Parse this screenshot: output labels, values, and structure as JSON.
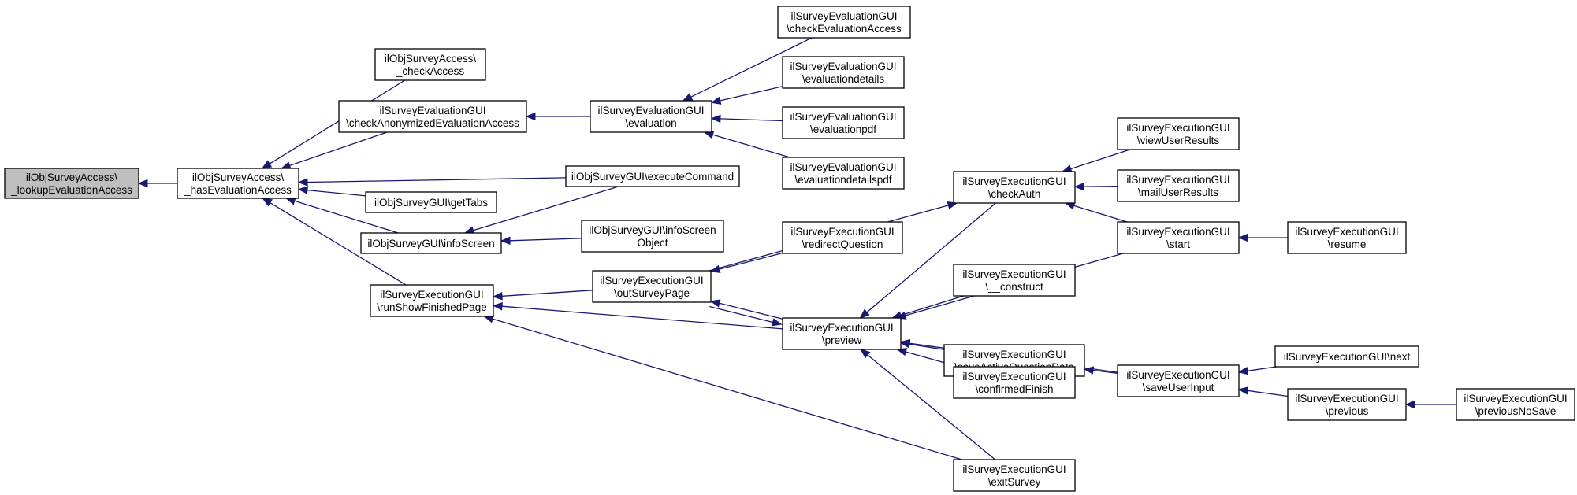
{
  "colors": {
    "edge": "#191970",
    "node_border": "#000000",
    "node_fill": "#ffffff",
    "current_node_fill": "#bfbfbf"
  },
  "nodes": [
    {
      "id": "lookup",
      "lines": [
        "ilObjSurveyAccess\\",
        "_lookupEvaluationAccess"
      ],
      "current": true
    },
    {
      "id": "hasEval",
      "lines": [
        "ilObjSurveyAccess\\",
        "_hasEvaluationAccess"
      ]
    },
    {
      "id": "checkAccess",
      "lines": [
        "ilObjSurveyAccess\\",
        "_checkAccess"
      ]
    },
    {
      "id": "checkAnon",
      "lines": [
        "ilSurveyEvaluationGUI",
        "\\checkAnonymizedEvaluationAccess"
      ]
    },
    {
      "id": "getTabs",
      "lines": [
        "ilObjSurveyGUI\\getTabs"
      ]
    },
    {
      "id": "infoScreen",
      "lines": [
        "ilObjSurveyGUI\\infoScreen"
      ]
    },
    {
      "id": "runShow",
      "lines": [
        "ilSurveyExecutionGUI",
        "\\runShowFinishedPage"
      ]
    },
    {
      "id": "evaluation",
      "lines": [
        "ilSurveyEvaluationGUI",
        "\\evaluation"
      ]
    },
    {
      "id": "execCmd",
      "lines": [
        "ilObjSurveyGUI\\executeCommand"
      ]
    },
    {
      "id": "infoScreenObj",
      "lines": [
        "ilObjSurveyGUI\\infoScreen",
        "Object"
      ]
    },
    {
      "id": "outSurvey",
      "lines": [
        "ilSurveyExecutionGUI",
        "\\outSurveyPage"
      ]
    },
    {
      "id": "checkEvalAccess",
      "lines": [
        "ilSurveyEvaluationGUI",
        "\\checkEvaluationAccess"
      ]
    },
    {
      "id": "evalDetails",
      "lines": [
        "ilSurveyEvaluationGUI",
        "\\evaluationdetails"
      ]
    },
    {
      "id": "evalPdf",
      "lines": [
        "ilSurveyEvaluationGUI",
        "\\evaluationpdf"
      ]
    },
    {
      "id": "evalDetailsPdf",
      "lines": [
        "ilSurveyEvaluationGUI",
        "\\evaluationdetailspdf"
      ]
    },
    {
      "id": "redirect",
      "lines": [
        "ilSurveyExecutionGUI",
        "\\redirectQuestion"
      ]
    },
    {
      "id": "preview",
      "lines": [
        "ilSurveyExecutionGUI",
        "\\preview"
      ]
    },
    {
      "id": "checkAuth",
      "lines": [
        "ilSurveyExecutionGUI",
        "\\checkAuth"
      ]
    },
    {
      "id": "construct",
      "lines": [
        "ilSurveyExecutionGUI",
        "\\__construct"
      ]
    },
    {
      "id": "saveActive",
      "lines": [
        "ilSurveyExecutionGUI",
        "\\saveActiveQuestionData"
      ]
    },
    {
      "id": "confirmed",
      "lines": [
        "ilSurveyExecutionGUI",
        "\\confirmedFinish"
      ]
    },
    {
      "id": "exitSurvey",
      "lines": [
        "ilSurveyExecutionGUI",
        "\\exitSurvey"
      ]
    },
    {
      "id": "viewUser",
      "lines": [
        "ilSurveyExecutionGUI",
        "\\viewUserResults"
      ]
    },
    {
      "id": "mailUser",
      "lines": [
        "ilSurveyExecutionGUI",
        "\\mailUserResults"
      ]
    },
    {
      "id": "start",
      "lines": [
        "ilSurveyExecutionGUI",
        "\\start"
      ]
    },
    {
      "id": "saveUser",
      "lines": [
        "ilSurveyExecutionGUI",
        "\\saveUserInput"
      ]
    },
    {
      "id": "resume",
      "lines": [
        "ilSurveyExecutionGUI",
        "\\resume"
      ]
    },
    {
      "id": "next",
      "lines": [
        "ilSurveyExecutionGUI\\next"
      ]
    },
    {
      "id": "previous",
      "lines": [
        "ilSurveyExecutionGUI",
        "\\previous"
      ]
    },
    {
      "id": "prevNoSave",
      "lines": [
        "ilSurveyExecutionGUI",
        "\\previousNoSave"
      ]
    }
  ],
  "edges": [
    {
      "from": "hasEval",
      "to": "lookup"
    },
    {
      "from": "checkAccess",
      "to": "hasEval"
    },
    {
      "from": "checkAnon",
      "to": "hasEval"
    },
    {
      "from": "execCmd",
      "to": "hasEval"
    },
    {
      "from": "getTabs",
      "to": "hasEval"
    },
    {
      "from": "infoScreen",
      "to": "hasEval"
    },
    {
      "from": "runShow",
      "to": "hasEval"
    },
    {
      "from": "evaluation",
      "to": "checkAnon"
    },
    {
      "from": "checkEvalAccess",
      "to": "evaluation"
    },
    {
      "from": "evalDetails",
      "to": "evaluation"
    },
    {
      "from": "evalPdf",
      "to": "evaluation"
    },
    {
      "from": "evalDetailsPdf",
      "to": "evaluation"
    },
    {
      "from": "execCmd",
      "to": "infoScreen"
    },
    {
      "from": "infoScreenObj",
      "to": "infoScreen"
    },
    {
      "from": "outSurvey",
      "to": "runShow"
    },
    {
      "from": "preview",
      "to": "runShow"
    },
    {
      "from": "exitSurvey",
      "to": "runShow"
    },
    {
      "from": "redirect",
      "to": "outSurvey"
    },
    {
      "from": "preview",
      "to": "outSurvey"
    },
    {
      "from": "outSurvey",
      "to": "preview"
    },
    {
      "from": "checkAuth",
      "to": "preview"
    },
    {
      "from": "start",
      "to": "preview"
    },
    {
      "from": "construct",
      "to": "preview"
    },
    {
      "from": "saveActive",
      "to": "preview"
    },
    {
      "from": "confirmed",
      "to": "preview"
    },
    {
      "from": "saveUser",
      "to": "preview"
    },
    {
      "from": "exitSurvey",
      "to": "preview"
    },
    {
      "from": "outSurvey",
      "to": "checkAuth"
    },
    {
      "from": "viewUser",
      "to": "checkAuth"
    },
    {
      "from": "mailUser",
      "to": "checkAuth"
    },
    {
      "from": "start",
      "to": "checkAuth"
    },
    {
      "from": "resume",
      "to": "start"
    },
    {
      "from": "saveUser",
      "to": "saveActive"
    },
    {
      "from": "next",
      "to": "saveUser"
    },
    {
      "from": "previous",
      "to": "saveUser"
    },
    {
      "from": "prevNoSave",
      "to": "previous"
    }
  ]
}
